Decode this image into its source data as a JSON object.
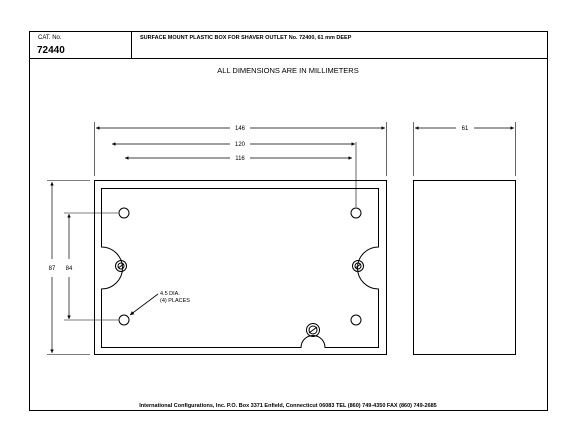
{
  "header": {
    "cat_label": "CAT. No.",
    "cat_number": "72440",
    "title": "SURFACE MOUNT PLASTIC BOX FOR SHAVER OUTLET No. 72400, 61 mm DEEP"
  },
  "note": "ALL DIMENSIONS ARE IN MILLIMETERS",
  "dimensions": {
    "overall_width": "146",
    "hole_spacing_outer": "120",
    "hole_spacing_inner": "116",
    "depth": "61",
    "overall_height": "87",
    "hole_spacing_vertical": "84"
  },
  "callout": {
    "line1": "4.5 DIA.",
    "line2": "(4) PLACES"
  },
  "footer": "International Configurations, Inc.  P.O. Box 3371  Enfield, Connecticut 06083  TEL (860) 749-4350  FAX (860) 749-2685"
}
